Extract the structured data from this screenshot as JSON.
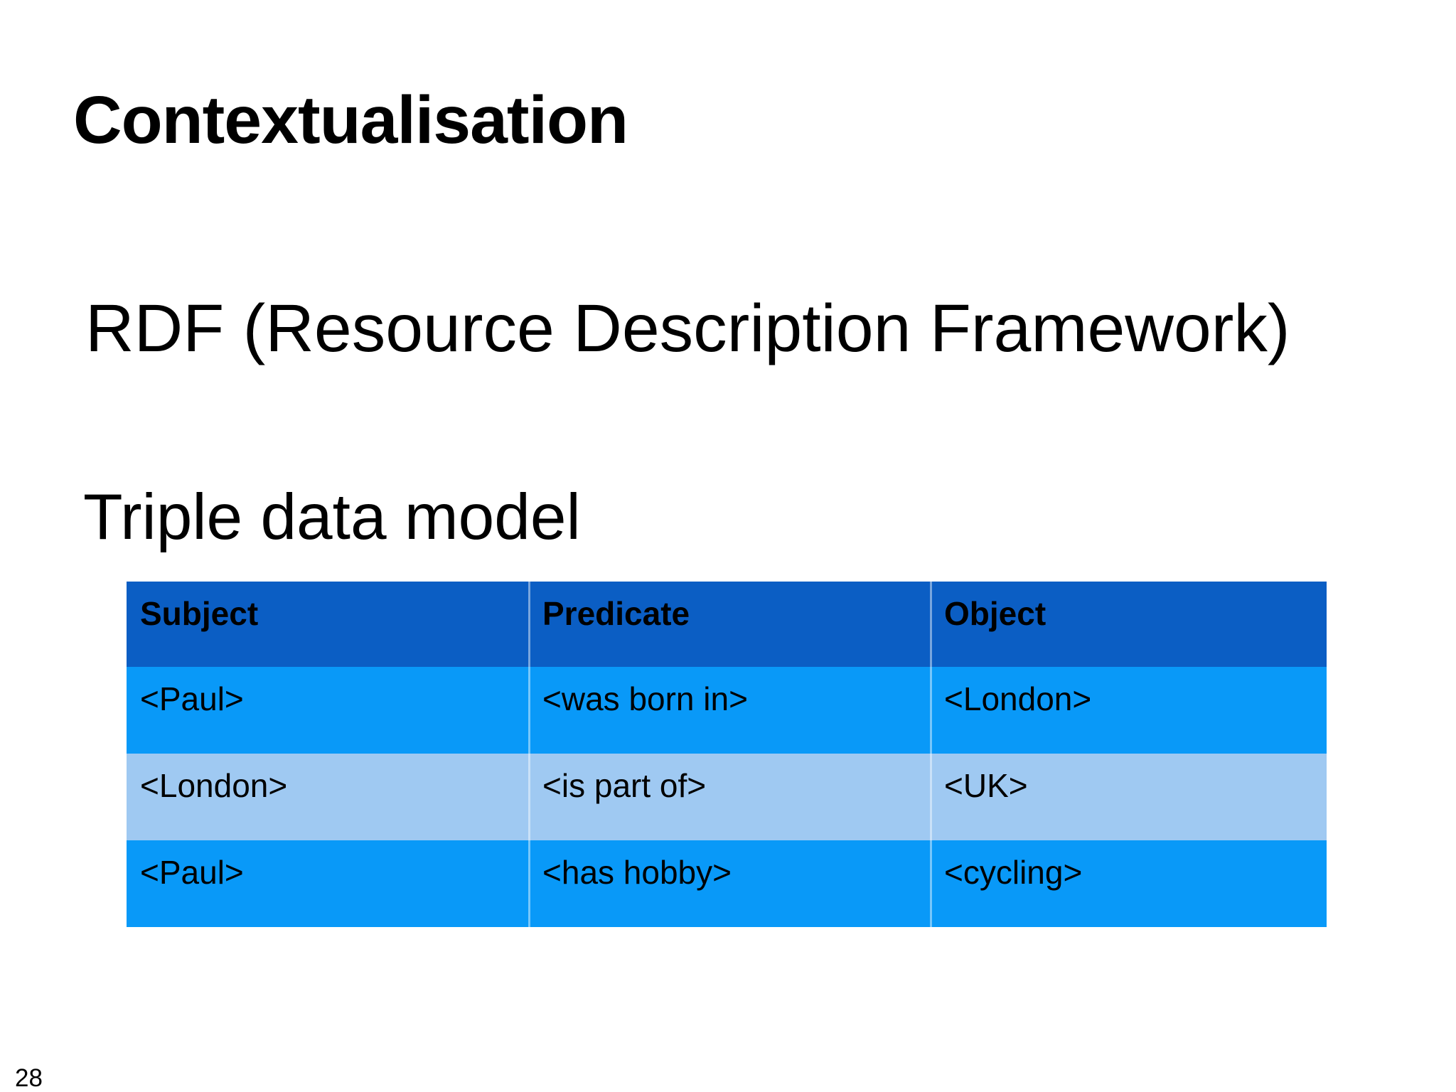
{
  "slide": {
    "title": "Contextualisation",
    "body_lines": {
      "line1": "RDF (Resource Description Framework)",
      "line2": "Triple data model"
    },
    "page_number": "28"
  },
  "table": {
    "headers": [
      "Subject",
      "Predicate",
      "Object"
    ],
    "rows": [
      [
        "<Paul>",
        "<was born in>",
        "<London>"
      ],
      [
        "<London>",
        "<is part of>",
        "<UK>"
      ],
      [
        "<Paul>",
        "<has hobby>",
        "<cycling>"
      ]
    ]
  },
  "colors": {
    "background": "#ffffff",
    "text": "#000000",
    "table_header_blue": "#0b5ec4",
    "table_row_blue": "#0999f8",
    "table_row_light_blue": "#9fc9f2",
    "column_separator": "rgba(255,255,255,0.45)"
  }
}
